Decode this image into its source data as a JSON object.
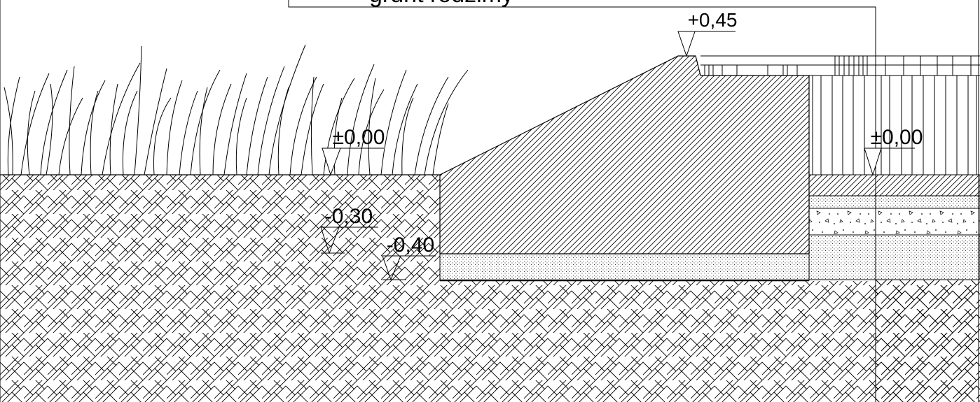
{
  "drawing": {
    "top_label_partial": "grunt rodzimy",
    "levels": {
      "curb_top": "+0,45",
      "ground_left": "±0,00",
      "ground_right": "±0,00",
      "level_minus_030": "-0,30",
      "level_minus_040": "-0,40"
    }
  },
  "colors": {
    "line": "#000000",
    "background": "#ffffff"
  }
}
